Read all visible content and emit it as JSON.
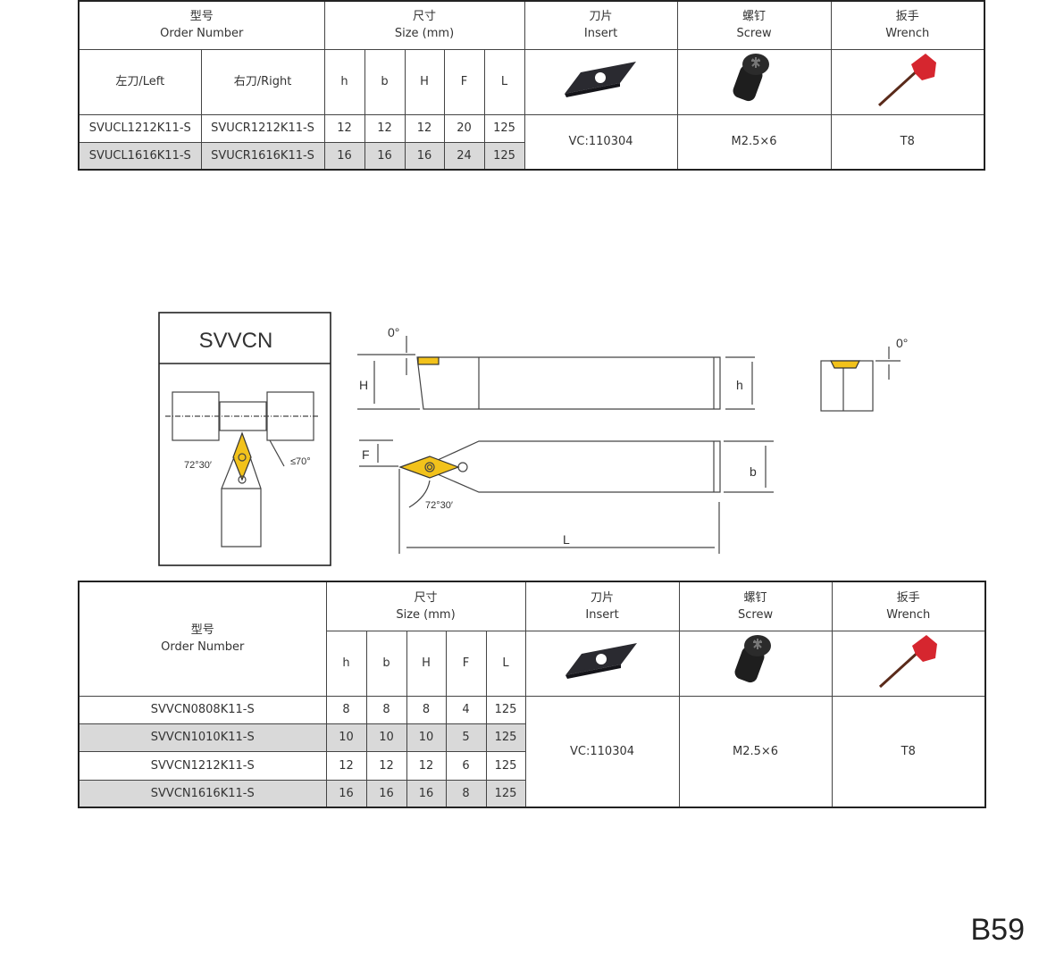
{
  "table1": {
    "header": {
      "order_cn": "型号",
      "order_en": "Order Number",
      "size_cn": "尺寸",
      "size_en": "Size  (mm)",
      "insert_cn": "刀片",
      "insert_en": "Insert",
      "screw_cn": "螺钉",
      "screw_en": "Screw",
      "wrench_cn": "扳手",
      "wrench_en": "Wrench"
    },
    "sub": {
      "left": "左刀/Left",
      "right": "右刀/Right",
      "h": "h",
      "b": "b",
      "H": "H",
      "F": "F",
      "L": "L"
    },
    "rows": [
      {
        "left": "SVUCL1212K11-S",
        "right": "SVUCR1212K11-S",
        "h": "12",
        "b": "12",
        "H": "12",
        "F": "20",
        "L": "125"
      },
      {
        "left": "SVUCL1616K11-S",
        "right": "SVUCR1616K11-S",
        "h": "16",
        "b": "16",
        "H": "16",
        "F": "24",
        "L": "125"
      }
    ],
    "insert": "VC:110304",
    "screw": "M2.5×6",
    "wrench": "T8"
  },
  "diagram": {
    "title": "SVVCN",
    "angle_left": "72°30′",
    "angle_right": "≤70°",
    "zero1": "0°",
    "zero2": "0°",
    "H": "H",
    "h": "h",
    "F": "F",
    "b": "b",
    "L": "L",
    "angle_top": "72°30′",
    "insert_color": "#f2c21b"
  },
  "table2": {
    "header": {
      "order_cn": "型号",
      "order_en": "Order Number",
      "size_cn": "尺寸",
      "size_en": "Size  (mm)",
      "insert_cn": "刀片",
      "insert_en": "Insert",
      "screw_cn": "螺钉",
      "screw_en": "Screw",
      "wrench_cn": "扳手",
      "wrench_en": "Wrench"
    },
    "sub": {
      "h": "h",
      "b": "b",
      "H": "H",
      "F": "F",
      "L": "L"
    },
    "rows": [
      {
        "order": "SVVCN0808K11-S",
        "h": "8",
        "b": "8",
        "H": "8",
        "F": "4",
        "L": "125"
      },
      {
        "order": "SVVCN1010K11-S",
        "h": "10",
        "b": "10",
        "H": "10",
        "F": "5",
        "L": "125"
      },
      {
        "order": "SVVCN1212K11-S",
        "h": "12",
        "b": "12",
        "H": "12",
        "F": "6",
        "L": "125"
      },
      {
        "order": "SVVCN1616K11-S",
        "h": "16",
        "b": "16",
        "H": "16",
        "F": "8",
        "L": "125"
      }
    ],
    "insert": "VC:110304",
    "screw": "M2.5×6",
    "wrench": "T8"
  },
  "page_number": "B59"
}
